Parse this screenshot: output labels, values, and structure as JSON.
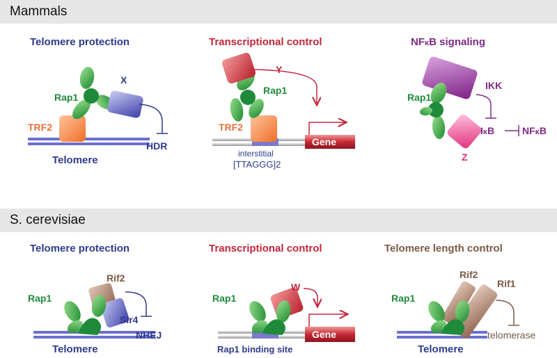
{
  "sections": {
    "mammals": "Mammals",
    "yeast": "S. cerevisiae"
  },
  "mammals": {
    "panel1": {
      "title": "Telomere protection",
      "rap1": "Rap1",
      "x": "X",
      "trf2": "TRF2",
      "hdr": "HDR",
      "telomere": "Telomere"
    },
    "panel2": {
      "title": "Transcriptional control",
      "y": "Y",
      "rap1": "Rap1",
      "trf2": "TRF2",
      "gene": "Gene",
      "interstitial": "interstitial",
      "repeat": "[TTAGGG]2"
    },
    "panel3": {
      "title_prefix": "NF",
      "title_kappa": "κ",
      "title_suffix": "B signaling",
      "rap1": "Rap1",
      "ikk": "IKK",
      "ikb_i": "I",
      "ikb_k": "κ",
      "ikb_b": "B",
      "nfkb_nf": "NF",
      "nfkb_k": "κ",
      "nfkb_b": "B",
      "z": "Z"
    }
  },
  "yeast": {
    "panel1": {
      "title": "Telomere protection",
      "rif2": "Rif2",
      "rap1": "Rap1",
      "sir4": "Sir4",
      "nhej": "NHEJ",
      "telomere": "Telomere"
    },
    "panel2": {
      "title": "Transcriptional control",
      "w": "W",
      "rap1": "Rap1",
      "gene": "Gene",
      "site": "Rap1 binding site"
    },
    "panel3": {
      "title": "Telomere length control",
      "rif2": "Rif2",
      "rif1": "Rif1",
      "rap1": "Rap1",
      "telomerase": "telomerase",
      "telomere": "Telomere"
    }
  },
  "colors": {
    "band": "#e6e6e6",
    "blue": "#2d3b8c",
    "red": "#c0263a",
    "purple": "#7d2a86",
    "green": "#1f8a3a",
    "orange": "#e8703a",
    "brown": "#7a5a45",
    "pink": "#d6307c"
  }
}
